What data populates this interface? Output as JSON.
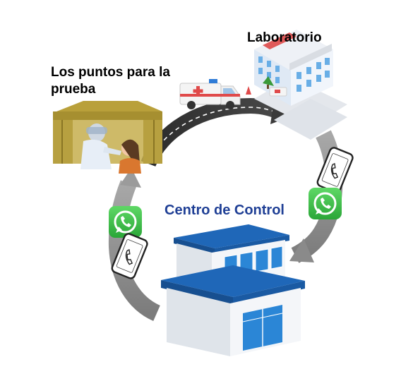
{
  "labels": {
    "testing_points": "Los puntos para la prueba",
    "laboratory": "Laboratorio",
    "control_center": "Centro de Control"
  },
  "colors": {
    "control_center_text": "#1f3f95",
    "arrow_gray": "#9a9a9a",
    "whatsapp_green": "#3fc04b",
    "hospital_red": "#e04a4a",
    "tent_olive": "#a8922f",
    "building_blue": "#1f67b8"
  },
  "icons": [
    "ambulance-icon",
    "hospital-icon",
    "testing-tent-icon",
    "phone-icon",
    "whatsapp-icon",
    "control-building-icon"
  ]
}
